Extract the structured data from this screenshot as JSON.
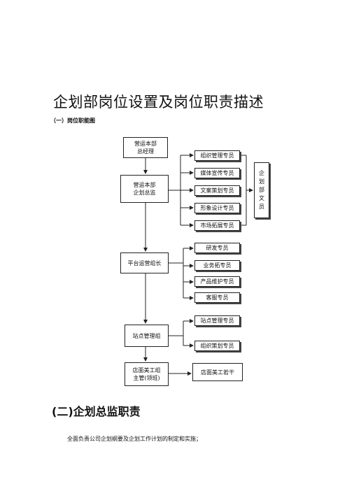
{
  "document": {
    "title": "企划部岗位设置及岗位职责描述",
    "subtitle": "（一）岗位职能图",
    "section2_title": "(二)企划总监职责",
    "paragraph": "全面负责公司企划纲要及企划工作计划的制定和实施；"
  },
  "org_chart": {
    "ops_gm": "营运本部\n总经理",
    "planning_director": "营运本部\n企划总监",
    "planning_roles": [
      "组织管理专员",
      "媒体宣传专员",
      "文案策划专员",
      "形象设计专员",
      "市场拓展专员"
    ],
    "planning_clerk": [
      "企",
      "划",
      "部",
      "文",
      "员"
    ],
    "platform_lead": "平台运营组长",
    "platform_roles": [
      "研发专员",
      "业务拓专员",
      "产品维护专员",
      "客服专员"
    ],
    "site_group": "站点管理组",
    "site_roles": [
      "站点管理专员",
      "组织策划专员"
    ],
    "art_lead": "店面美工组\n主管(领班)",
    "art_staff": "店面美工若干"
  }
}
